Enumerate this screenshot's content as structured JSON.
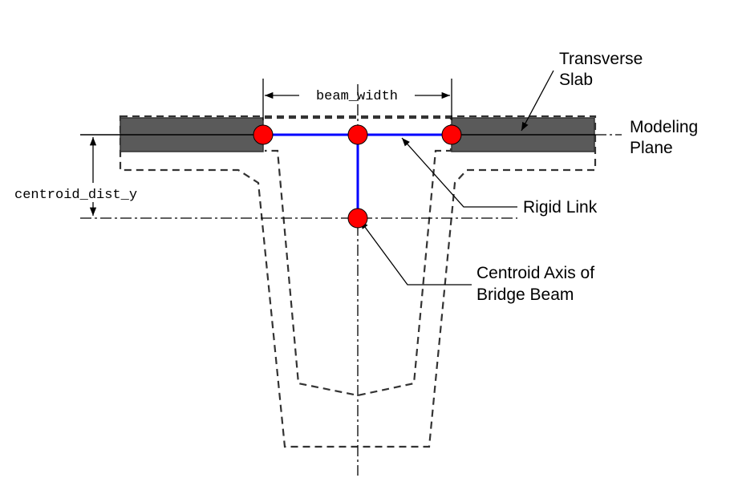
{
  "labels": {
    "transverse_slab": [
      "Transverse",
      "Slab"
    ],
    "modeling_plane": [
      "Modeling",
      "Plane"
    ],
    "rigid_link": "Rigid Link",
    "centroid_axis": [
      "Centroid Axis of",
      "Bridge Beam"
    ],
    "beam_width": "beam_width",
    "centroid_dist_y": "centroid_dist_y"
  },
  "colors": {
    "slab_fill": "#5a5a5a",
    "rigid_link": "#0000ff",
    "node_fill": "#ff0000",
    "outline": "#333333"
  }
}
